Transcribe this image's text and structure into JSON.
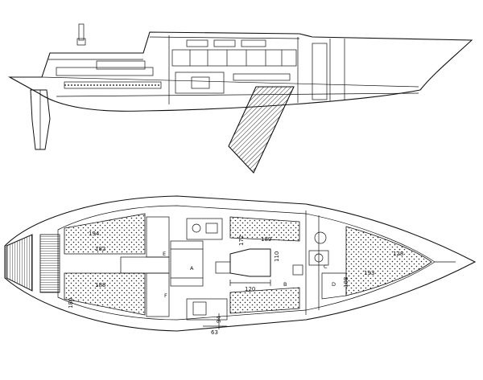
{
  "dimensions": {
    "d194": "194",
    "d182": "182",
    "d188": "188",
    "d180": "180",
    "d189": "189",
    "d172": "172",
    "d110": "110",
    "d120": "120",
    "d94": "94",
    "d63": "63",
    "d193": "193",
    "d108": "108",
    "d128": "128"
  },
  "zones": {
    "A": "A",
    "B": "B",
    "C": "C",
    "D": "D",
    "E": "E",
    "F": "F"
  }
}
